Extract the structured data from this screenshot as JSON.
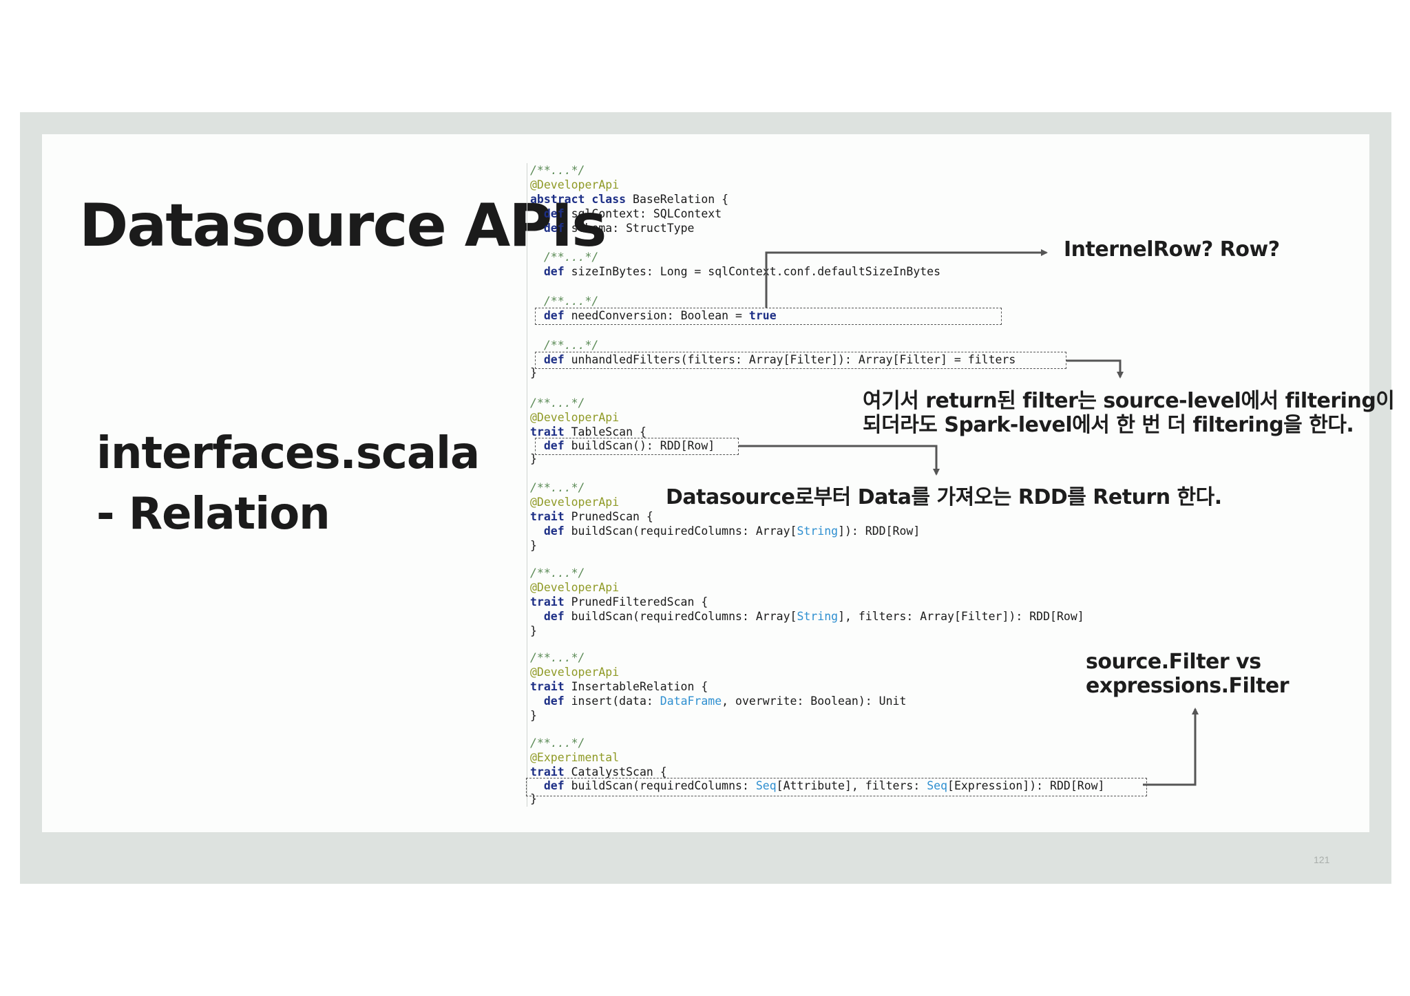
{
  "slide": {
    "title": "Datasource APIs",
    "subtitle_lines": [
      "interfaces.scala",
      "- Relation"
    ],
    "page_number": "121"
  },
  "code": {
    "base_relation": {
      "comment": "/**...*/",
      "annotation": "@DeveloperApi",
      "decl_kw": "abstract class",
      "decl_name": " BaseRelation {",
      "sql_context": "sqlContext: SQLContext",
      "schema": "schema: StructType",
      "comment2": "/**...*/",
      "size_in_bytes": "sizeInBytes: Long = sqlContext.conf.defaultSizeInBytes",
      "comment3": "/**...*/",
      "need_conversion": "needConversion: Boolean = ",
      "true_kw": "true",
      "comment4": "/**...*/",
      "unhandled_filters": "unhandledFilters(filters: Array[Filter]): Array[Filter] = filters",
      "close": "}"
    },
    "table_scan": {
      "comment": "/**...*/",
      "annotation": "@DeveloperApi",
      "decl_kw": "trait",
      "decl_name": " TableScan {",
      "build_scan": "buildScan(): RDD[Row]",
      "close": "}"
    },
    "pruned_scan": {
      "comment": "/**...*/",
      "annotation": "@DeveloperApi",
      "decl_kw": "trait",
      "decl_name": " PrunedScan {",
      "build_scan_a": "buildScan(requiredColumns: Array[",
      "build_scan_type": "String",
      "build_scan_b": "]): RDD[Row]",
      "close": "}"
    },
    "pruned_filtered_scan": {
      "comment": "/**...*/",
      "annotation": "@DeveloperApi",
      "decl_kw": "trait",
      "decl_name": " PrunedFilteredScan {",
      "build_scan_a": "buildScan(requiredColumns: Array[",
      "build_scan_type": "String",
      "build_scan_b": "], filters: Array[Filter]): RDD[Row]",
      "close": "}"
    },
    "insertable_relation": {
      "comment": "/**...*/",
      "annotation": "@DeveloperApi",
      "decl_kw": "trait",
      "decl_name": " InsertableRelation {",
      "insert_a": "insert(data: ",
      "insert_type": "DataFrame",
      "insert_b": ", overwrite: Boolean): Unit",
      "close": "}"
    },
    "catalyst_scan": {
      "comment": "/**...*/",
      "annotation": "@Experimental",
      "decl_kw": "trait",
      "decl_name": " CatalystScan {",
      "build_scan_a": "buildScan(requiredColumns: ",
      "seq1": "Seq",
      "build_scan_b": "[Attribute], filters: ",
      "seq2": "Seq",
      "build_scan_c": "[Expression]): RDD[Row]",
      "close": "}"
    },
    "def_kw": "def"
  },
  "notes": {
    "internal_row": "InternelRow? Row?",
    "filter_line1": "여기서 return된 filter는 source-level에서 filtering이",
    "filter_line2": "되더라도 Spark-level에서 한 번 더 filtering을 한다.",
    "rdd": "Datasource로부터 Data를 가져오는 RDD를 Return 한다.",
    "filter_vs_1": "source.Filter vs",
    "filter_vs_2": "expressions.Filter"
  }
}
